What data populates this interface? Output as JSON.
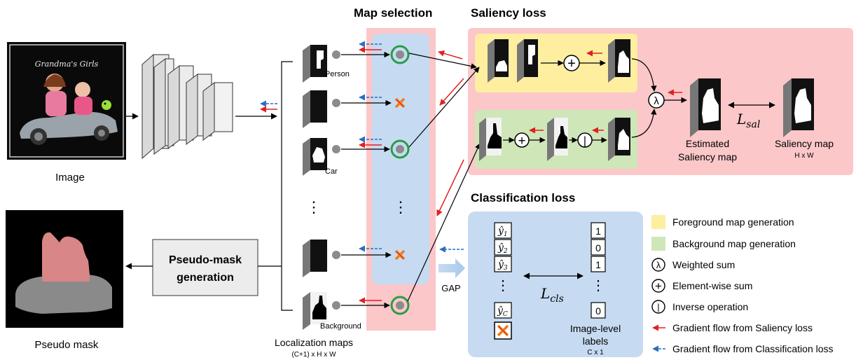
{
  "image_label": "Image",
  "pseudo_mask_label": "Pseudo mask",
  "photo_caption": "Grandma's Girls",
  "map_selection_title": "Map selection",
  "saliency_loss_title": "Saliency loss",
  "classification_loss_title": "Classification loss",
  "pseudo_mask_generation": [
    "Pseudo-mask",
    "generation"
  ],
  "localization_maps": {
    "title": "Localization maps",
    "dims": "(C+1) x H x W"
  },
  "map_labels": {
    "person": "Person",
    "car": "Car",
    "background": "Background"
  },
  "ellipsis": "⋮",
  "gap_label": "GAP",
  "lambda_symbol": "λ",
  "plus_symbol": "+",
  "inverse_symbol": "|",
  "l_sal": "L",
  "l_sal_sub": "sal",
  "l_cls": "L",
  "l_cls_sub": "cls",
  "estimated_saliency": [
    "Estimated",
    "Saliency map"
  ],
  "saliency_map": {
    "title": "Saliency map",
    "dims": "H x W"
  },
  "image_level_labels": {
    "lines": [
      "Image-level",
      "labels"
    ],
    "dims": "C x 1"
  },
  "y_hat": [
    {
      "base": "ŷ",
      "sub": "1"
    },
    {
      "base": "ŷ",
      "sub": "2"
    },
    {
      "base": "ŷ",
      "sub": "3"
    },
    {
      "base": "ŷ",
      "sub": "C"
    }
  ],
  "label_values": [
    "1",
    "0",
    "1",
    "0"
  ],
  "legend": [
    {
      "kind": "swatch",
      "color": "#fdeea0",
      "text": "Foreground map generation"
    },
    {
      "kind": "swatch",
      "color": "#cfe6b8",
      "text": "Background map generation"
    },
    {
      "kind": "symbol",
      "symbol": "λ",
      "text": "Weighted sum"
    },
    {
      "kind": "symbol",
      "symbol": "+",
      "text": "Element-wise sum"
    },
    {
      "kind": "symbol",
      "symbol": "|",
      "text": "Inverse operation"
    },
    {
      "kind": "red-arrow",
      "color": "#e02020",
      "text": "Gradient flow from Saliency loss"
    },
    {
      "kind": "blue-arrow",
      "color": "#2a6fc0",
      "text": "Gradient flow from Classification loss"
    }
  ],
  "colors": {
    "pink_panel": "#fbc7c9",
    "blue_panel": "#c6dbf1",
    "yellow_panel": "#fdeea0",
    "green_panel": "#cfe6b8",
    "red_arrow": "#e02020",
    "blue_arrow": "#2a6fc0",
    "mask_person": "#d98686",
    "mask_car": "#8a8a8a",
    "selected_ring": "#2a9d46",
    "reject_x": "#f07a1a"
  }
}
